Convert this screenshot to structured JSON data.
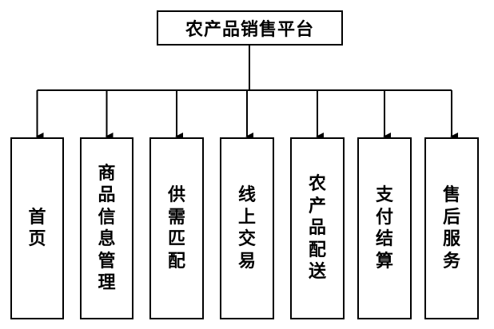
{
  "root": {
    "label": "农产品销售平台"
  },
  "nodes": [
    {
      "label": "首页"
    },
    {
      "label": "商品信息管理"
    },
    {
      "label": "供需匹配"
    },
    {
      "label": "线上交易"
    },
    {
      "label": "农产品配送"
    },
    {
      "label": "支付结算"
    },
    {
      "label": "售后服务"
    }
  ]
}
